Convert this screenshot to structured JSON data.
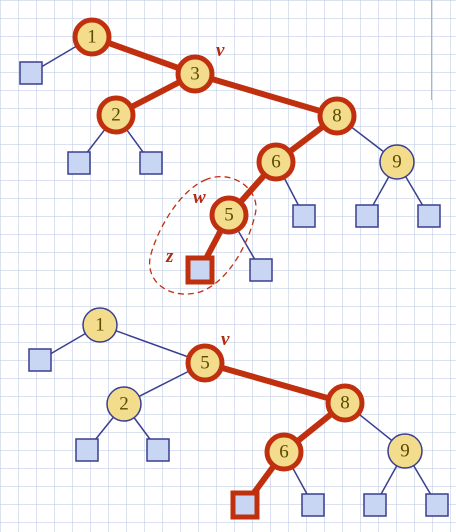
{
  "colors": {
    "node_fill": "#f3dc8c",
    "node_stroke_normal": "#3a3f8f",
    "highlight": "#c0300e",
    "leaf_fill": "#c9d6f3",
    "edge_normal": "#3a3f8f",
    "guide_line": "#a8b2d8"
  },
  "tree_top": {
    "nodes": [
      {
        "id": "n1",
        "key": "1",
        "highlighted": true
      },
      {
        "id": "n3",
        "key": "3",
        "highlighted": true
      },
      {
        "id": "n2",
        "key": "2",
        "highlighted": true
      },
      {
        "id": "n8",
        "key": "8",
        "highlighted": true
      },
      {
        "id": "n6",
        "key": "6",
        "highlighted": true
      },
      {
        "id": "n9",
        "key": "9",
        "highlighted": false
      },
      {
        "id": "n5",
        "key": "5",
        "highlighted": true
      }
    ],
    "labels": {
      "v": "v",
      "w": "w",
      "z": "z"
    }
  },
  "tree_bottom": {
    "nodes": [
      {
        "id": "m1",
        "key": "1",
        "highlighted": false
      },
      {
        "id": "m5",
        "key": "5",
        "highlighted": true
      },
      {
        "id": "m2",
        "key": "2",
        "highlighted": false
      },
      {
        "id": "m8",
        "key": "8",
        "highlighted": true
      },
      {
        "id": "m6",
        "key": "6",
        "highlighted": true
      },
      {
        "id": "m9",
        "key": "9",
        "highlighted": false
      }
    ],
    "labels": {
      "v": "v"
    }
  }
}
